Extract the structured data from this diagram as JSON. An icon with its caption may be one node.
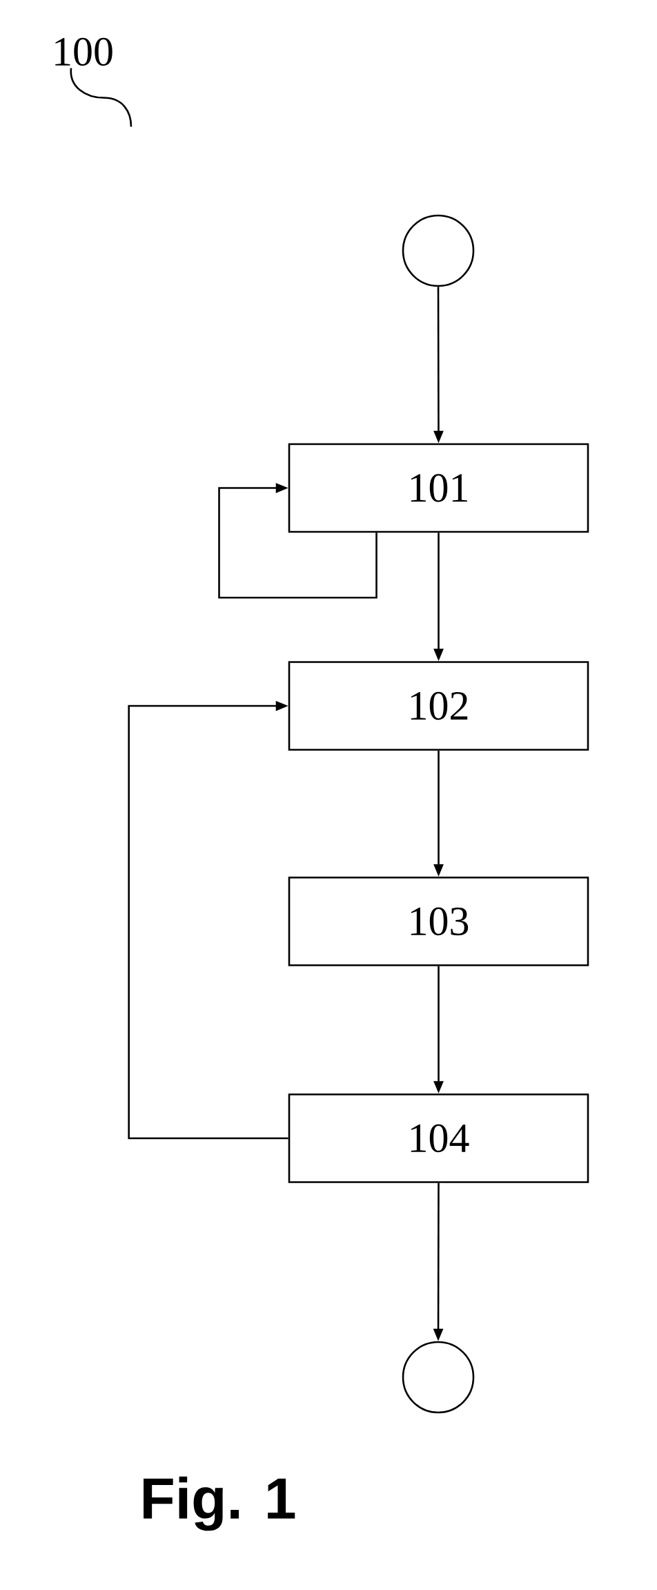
{
  "diagram": {
    "caption": "Fig. 1",
    "nodes": [
      {
        "text": [
          "100"
        ]
      },
      {
        "text": [],
        "shape": "circle"
      },
      {
        "text": [
          "101"
        ]
      },
      {
        "text": [
          "102"
        ]
      },
      {
        "text": [
          "103"
        ]
      },
      {
        "text": [
          "104"
        ]
      },
      {
        "text": [],
        "shape": "circle"
      }
    ],
    "edges": [
      {
        "from": 0,
        "to": null,
        "arrow": "none"
      },
      {
        "from": 1,
        "to": 2,
        "arrow": "to"
      },
      {
        "from": 2,
        "to": 2,
        "arrow": "to"
      },
      {
        "from": 2,
        "to": 3,
        "arrow": "to"
      },
      {
        "from": 3,
        "to": 4,
        "arrow": "to"
      },
      {
        "from": 4,
        "to": 5,
        "arrow": "to"
      },
      {
        "from": 5,
        "to": 3,
        "arrow": "to"
      },
      {
        "from": 5,
        "to": 6,
        "arrow": "to"
      }
    ]
  }
}
